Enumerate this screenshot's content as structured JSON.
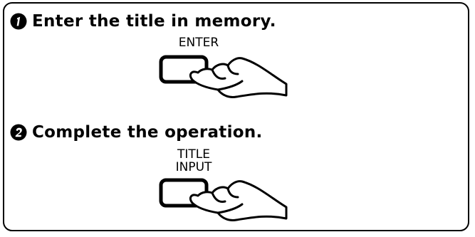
{
  "steps": [
    {
      "number_icon": "circled-digit-one-icon",
      "text": "Enter the title in memory.",
      "button_label": "ENTER"
    },
    {
      "number_icon": "circled-digit-two-icon",
      "text": "Complete the operation.",
      "button_label_line1": "TITLE",
      "button_label_line2": "INPUT"
    }
  ]
}
